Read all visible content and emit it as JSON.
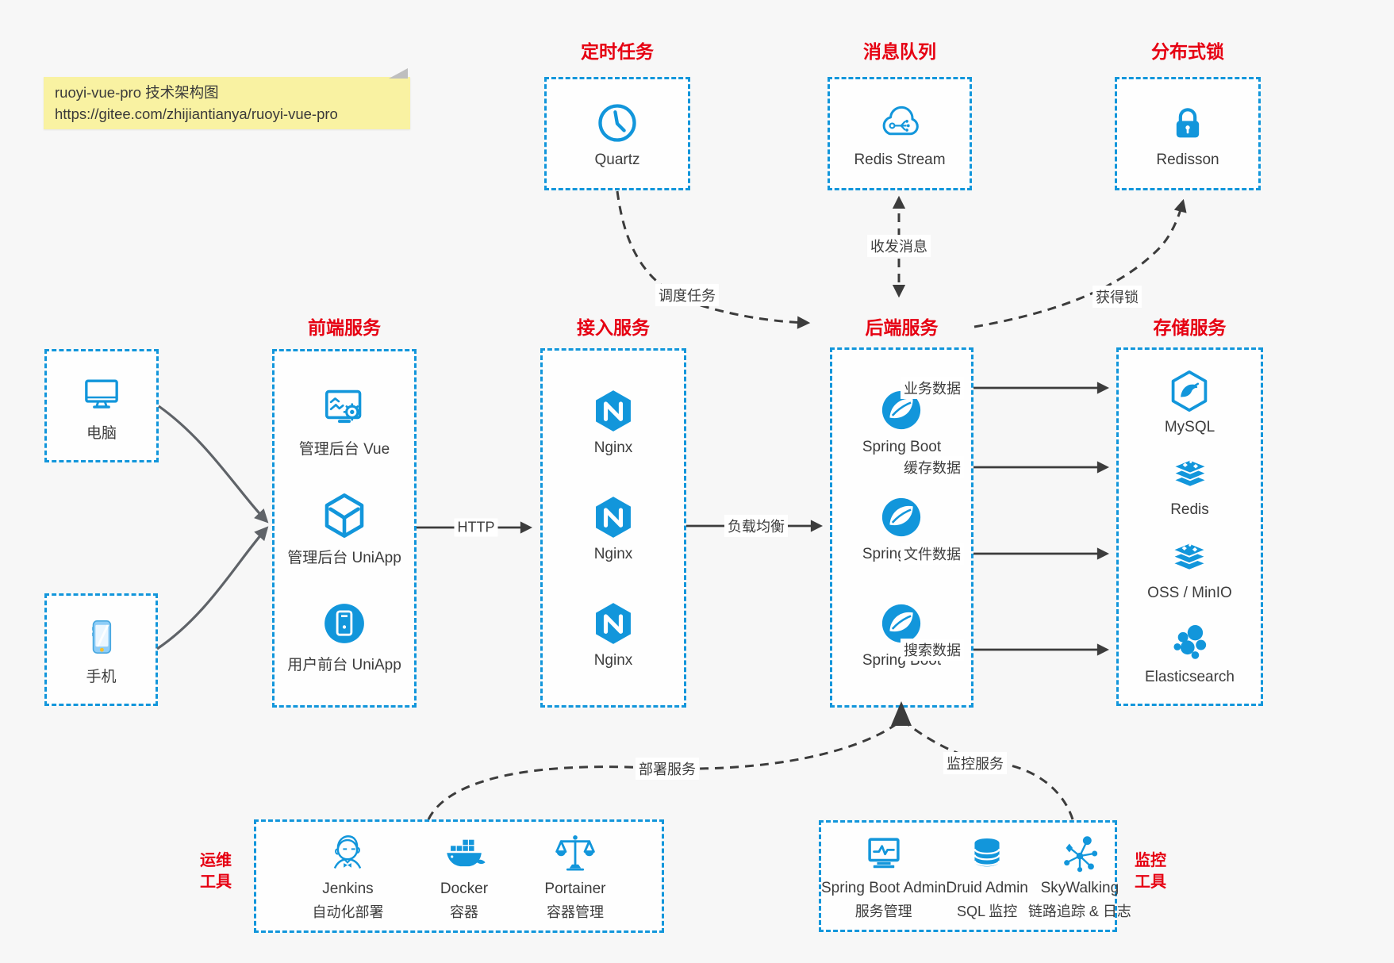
{
  "note": {
    "line1": "ruoyi-vue-pro 技术架构图",
    "line2": "https://gitee.com/zhijiantianya/ruoyi-vue-pro"
  },
  "top_groups": [
    {
      "title": "定时任务",
      "icon": "clock-icon",
      "label": "Quartz"
    },
    {
      "title": "消息队列",
      "icon": "cloud-stream-icon",
      "label": "Redis Stream"
    },
    {
      "title": "分布式锁",
      "icon": "lock-icon",
      "label": "Redisson"
    }
  ],
  "clients": [
    {
      "icon": "computer-icon",
      "label": "电脑"
    },
    {
      "icon": "phone-icon",
      "label": "手机"
    }
  ],
  "columns": {
    "frontend": {
      "title": "前端服务",
      "items": [
        {
          "icon": "admin-vue-icon",
          "label": "管理后台 Vue"
        },
        {
          "icon": "uniapp-cube-icon",
          "label": "管理后台 UniApp"
        },
        {
          "icon": "user-uniapp-icon",
          "label": "用户前台 UniApp"
        }
      ]
    },
    "gateway": {
      "title": "接入服务",
      "items": [
        {
          "icon": "nginx-icon",
          "label": "Nginx"
        },
        {
          "icon": "nginx-icon",
          "label": "Nginx"
        },
        {
          "icon": "nginx-icon",
          "label": "Nginx"
        }
      ]
    },
    "backend": {
      "title": "后端服务",
      "items": [
        {
          "icon": "spring-icon",
          "label": "Spring Boot"
        },
        {
          "icon": "spring-icon",
          "label": "Spring Boot"
        },
        {
          "icon": "spring-icon",
          "label": "Spring Boot"
        }
      ]
    },
    "storage": {
      "title": "存储服务",
      "items": [
        {
          "icon": "mysql-icon",
          "label": "MySQL"
        },
        {
          "icon": "redis-stack-icon",
          "label": "Redis"
        },
        {
          "icon": "oss-stack-icon",
          "label": "OSS / MinIO"
        },
        {
          "icon": "elasticsearch-icon",
          "label": "Elasticsearch"
        }
      ]
    }
  },
  "bottom_groups": {
    "ops": {
      "side_label_line1": "运维",
      "side_label_line2": "工具",
      "items": [
        {
          "icon": "jenkins-icon",
          "label": "Jenkins",
          "sub": "自动化部署"
        },
        {
          "icon": "docker-icon",
          "label": "Docker",
          "sub": "容器"
        },
        {
          "icon": "portainer-icon",
          "label": "Portainer",
          "sub": "容器管理"
        }
      ]
    },
    "monitoring": {
      "side_label_line1": "监控",
      "side_label_line2": "工具",
      "items": [
        {
          "icon": "spring-boot-admin-icon",
          "label": "Spring Boot Admin",
          "sub": "服务管理"
        },
        {
          "icon": "druid-icon",
          "label": "Druid Admin",
          "sub": "SQL 监控"
        },
        {
          "icon": "skywalking-icon",
          "label": "SkyWalking",
          "sub": "链路追踪 & 日志"
        }
      ]
    }
  },
  "edges": {
    "http": "HTTP",
    "load_balance": "负载均衡",
    "business_data": "业务数据",
    "cache_data": "缓存数据",
    "file_data": "文件数据",
    "search_data": "搜索数据",
    "schedule_task": "调度任务",
    "send_receive_message": "收发消息",
    "acquire_lock": "获得锁",
    "deploy_service": "部署服务",
    "monitor_service": "监控服务"
  },
  "colors": {
    "accent_blue": "#1296db",
    "title_red": "#e60012",
    "arrow_dark": "#3c3c3c",
    "connector_gray": "#5f6368",
    "note_bg": "#f9f2a2"
  }
}
